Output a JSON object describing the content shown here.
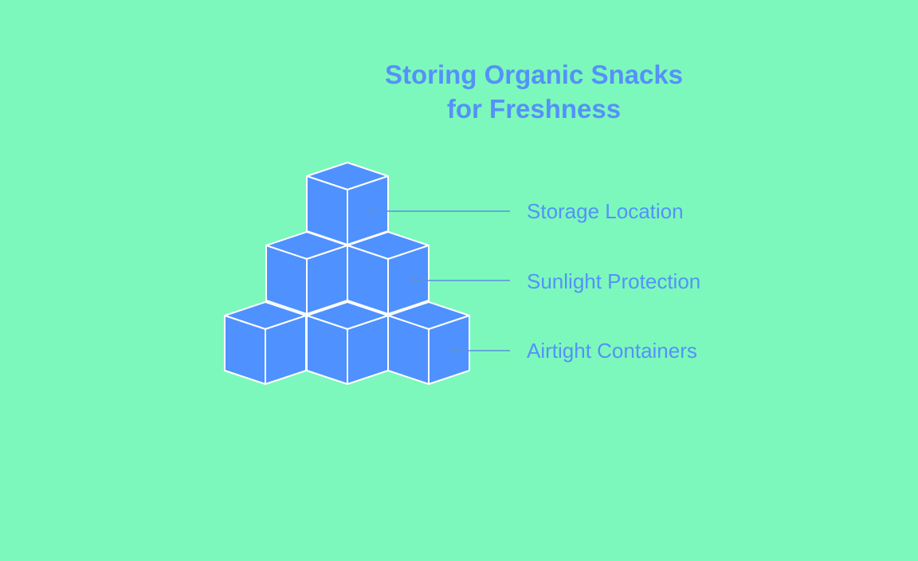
{
  "title": {
    "line1": "Storing Organic Snacks",
    "line2": "for Freshness"
  },
  "labels": [
    {
      "text": "Storage Location"
    },
    {
      "text": "Sunlight Protection"
    },
    {
      "text": "Airtight Containers"
    }
  ],
  "colors": {
    "background": "#7cf8bc",
    "cube": "#4f91ff",
    "accent": "#5591f8",
    "arrow": "#5b8fe0"
  }
}
